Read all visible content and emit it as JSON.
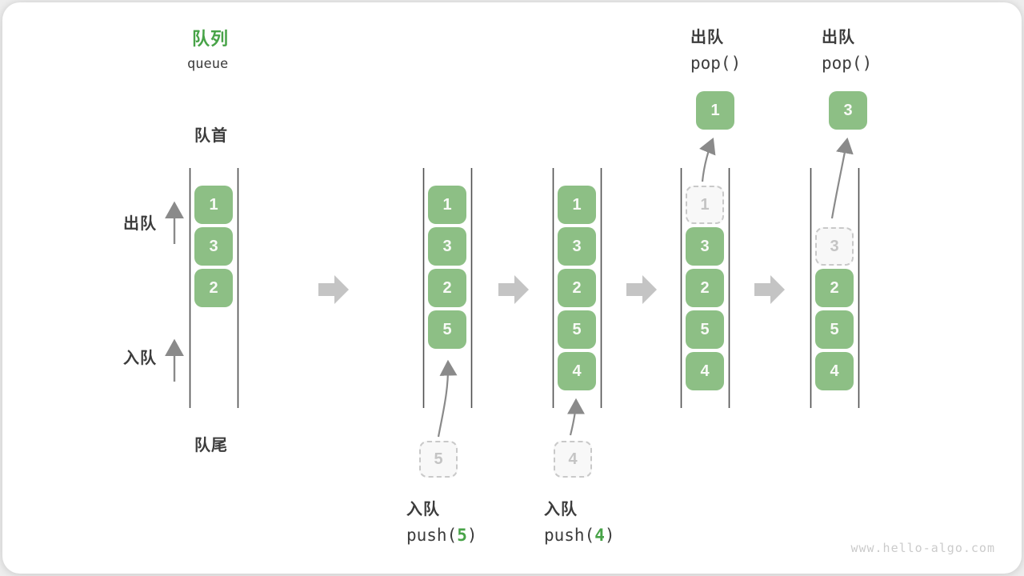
{
  "title": {
    "zh": "队列",
    "en": "queue"
  },
  "side_labels": {
    "front": "队首",
    "rear": "队尾",
    "dequeue": "出队",
    "enqueue": "入队"
  },
  "columns": [
    {
      "cells": [
        "1",
        "3",
        "2"
      ]
    },
    {
      "cells": [
        "1",
        "3",
        "2",
        "5"
      ],
      "staging": "5",
      "op_zh": "入队",
      "op_fn": "push(",
      "op_arg": "5",
      "op_close": ")"
    },
    {
      "cells": [
        "1",
        "3",
        "2",
        "5",
        "4"
      ],
      "staging": "4",
      "op_zh": "入队",
      "op_fn": "push(",
      "op_arg": "4",
      "op_close": ")"
    },
    {
      "removed": "1",
      "cells": [
        "3",
        "2",
        "5",
        "4"
      ],
      "popped": "1",
      "op_zh": "出队",
      "op_fn": "pop()"
    },
    {
      "removed": "3",
      "cells": [
        "2",
        "5",
        "4"
      ],
      "popped": "3",
      "op_zh": "出队",
      "op_fn": "pop()"
    }
  ],
  "watermark": "www.hello-algo.com",
  "colors": {
    "page_bg": "#EDEDED",
    "card_bg": "#FFFFFF",
    "green_box": "#8DBF85",
    "green_accent": "#48A348",
    "ink": "#3C3C3C",
    "line": "#4F4F4F",
    "thin_arrow": "#8A8A8A",
    "block_arrow": "#C4C4C4",
    "dash_border": "#C9C9C9",
    "dash_fill": "#F8F8F8",
    "dash_text": "#C4C4C4",
    "cell_text": "#F8FAF6",
    "watermark": "#CBCBCB"
  }
}
